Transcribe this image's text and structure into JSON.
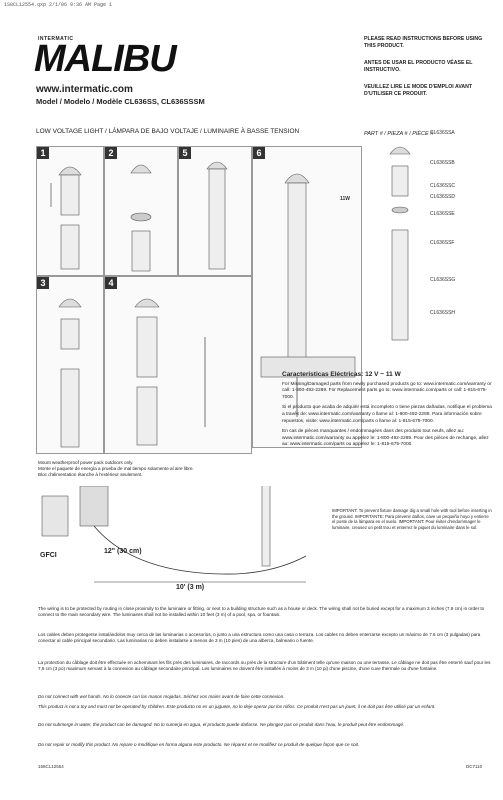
{
  "fax_header": "1S8CL12554.qxp   2/1/06   9:36 AM   Page 1",
  "brand": {
    "small": "INTERMATIC",
    "logo": "MALIBU",
    "url": "www.intermatic.com"
  },
  "model_line": "Model / Modelo / Modèle  CL636SS, CL636SSSM",
  "subtitle": "LOW VOLTAGE LIGHT / LÁMPARA DE BAJO VOLTAJE / LUMINAIRE À BASSE TENSION",
  "instructions": [
    "PLEASE READ INSTRUCTIONS BEFORE USING THIS PRODUCT.",
    "ANTES DE USAR EL PRODUCTO VÉASE EL INSTRUCTIVO.",
    "VEUILLEZ LIRE LE MODE D'EMPLOI AVANT D'UTILISER CE PRODUIT."
  ],
  "parts_label": "PART # / PIEZA # / PIÈCE #",
  "parts": [
    "CL636SSA",
    "CL636SSB",
    "CL636SSC",
    "CL636SSD",
    "CL636SSE",
    "CL636SSF",
    "CL636SSG",
    "CL636SSH"
  ],
  "bulb_label": "11W",
  "panels": [
    "1",
    "2",
    "5",
    "6",
    "3",
    "4"
  ],
  "mount_note": "Mount weatherproof power pack outdoors only.\nMonte el paquete de energía a prueba de mal tiempo solamente al aire libre.\nBloc d'alimentation étanche à l'extérieur seulement.",
  "gfci": "GFCI",
  "dim_12": "12\" (30 cm)",
  "dim_10": "10' (3 m)",
  "specs": {
    "heading": "Características Eléctricas: 12 V ~ 11 W",
    "p1": "For Missing/Damaged parts from newly purchased products go to: www.intermatic.com/warranty or call: 1-800-492-2289. For Replacement parts go to: www.intermatic.com/parts or call: 1-815-675-7000.",
    "p2": "Si el producto que acaba de adquirir está incompleto o tiene piezas dañadas, notifique el problema a través de: www.intermatic.com/warranty o llame al: 1-800-492-2289. Para información sobre repuestos, visite: www.intermatic.com/parts o llame al: 1-815-675-7000.",
    "p3": "En cas de pièces manquantes / endommagées dans des produits tout neufs, allez au: www.intermatic.com/warranty ou appelez le: 1-800-492-2289. Pour des pièces de rechange, allez au: www.intermatic.com/parts ou appelez le: 1-815-675-7000."
  },
  "important": "IMPORTANT: To prevent fixture damage dig a small hole with tool before inserting in the ground. IMPORTANTE: Para prevenir daños, cave un pequeño hoyo y entierre el poste de la lámpara en el suelo. IMPORTANT: Pour éviter d'endommager le luminaire, creusez un petit trou et enterrez le piquet du luminaire dans le sol.",
  "body": [
    "The wiring is to be protected by routing in close proximity to the luminaire or fitting, or next to a building structure such as a house or deck. The wiring shall not be buried except for a maximum 3 inches (7.6 cm) in order to connect to the main secondary wire. The luminaires shall not be installed within 10 feet (3 m) of a pool, spa, or fountain.",
    "Los cables deben protegerse instalándolos muy cerca de las luminarias o accesorios, o junto a una estructura como una casa o terraza. Los cables no deben enterrarse excepto un máximo de 7.6 cm (3 pulgadas) para conectar al cable principal secundario. Las luminarias no deben instalarse a menos de 3 m (10 pies) de una alberca, balneario o fuente.",
    "La protection du câblage doit être effectuée en acheminant les fils près des luminaires, de raccords ou près de la structure d'un bâtiment telle qu'une maison ou une terrasse. Le câblage ne doit pas être enterré sauf pour les 7,6 cm (3 po) maximum servant à la connexion au câblage secondaire principal. Les luminaires ne doivent être installés à moins de 3 m (10 pi) d'une piscine, d'une cuve thermale ou d'une fontaine.",
    "Do not connect with wet hands. No lo conecte con las manos mojadas. Séchez vos mains avant de faire cette connexion.",
    "This product is not a toy and must not be operated by children. Este producto no es un juguete, no lo deje operar por los niños. Ce produit n'est pas un jouet, il ne doit pas être utilisé par un enfant.",
    "Do not submerge in water, the product can be damaged. No lo sumerja en agua, el producto puede dañarse. Ne plongez pas ce produit dans l'eau, le produit peut être endommagé.",
    "Do not repair or modify this product. No repare o modifique en forma alguna este producto. Ne réparez et ne modifiez ce produit de quelque façon que ce soit."
  ],
  "footer_left": "158CL12554",
  "footer_right": "DC7110"
}
